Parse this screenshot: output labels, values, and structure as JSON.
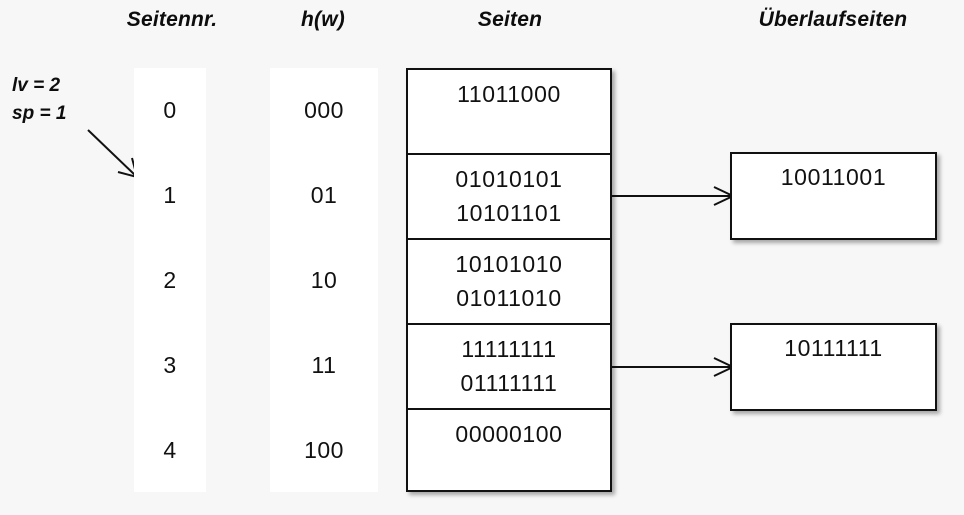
{
  "headers": {
    "seitennr": "Seitennr.",
    "hw": "h(w)",
    "seiten": "Seiten",
    "ueberlaufseiten": "Überlaufseiten"
  },
  "annotation": {
    "lv": "lv = 2",
    "sp": "sp = 1",
    "arrow_icon": "arrow-down-right-icon"
  },
  "colors": {
    "background": "#f7f7f7",
    "panel": "#ffffff",
    "stroke": "#111111",
    "text": "#0d0d0d"
  },
  "rows": [
    {
      "seitennr": "0",
      "hw": "000"
    },
    {
      "seitennr": "1",
      "hw": "01"
    },
    {
      "seitennr": "2",
      "hw": "10"
    },
    {
      "seitennr": "3",
      "hw": "11"
    },
    {
      "seitennr": "4",
      "hw": "100"
    }
  ],
  "seiten_cells": [
    {
      "values": [
        "11011000"
      ]
    },
    {
      "values": [
        "01010101",
        "10101101"
      ]
    },
    {
      "values": [
        "10101010",
        "01011010"
      ]
    },
    {
      "values": [
        "11111111",
        "01111111"
      ]
    },
    {
      "values": [
        "00000100"
      ]
    }
  ],
  "overflow_pages": [
    {
      "value": "10011001",
      "from_cell": 1
    },
    {
      "value": "10111111",
      "from_cell": 3
    }
  ],
  "connectors": [
    {
      "icon": "arrow-right-icon",
      "from": "seiten-cell-1",
      "to": "overflow-box-0"
    },
    {
      "icon": "arrow-right-icon",
      "from": "seiten-cell-3",
      "to": "overflow-box-1"
    }
  ]
}
